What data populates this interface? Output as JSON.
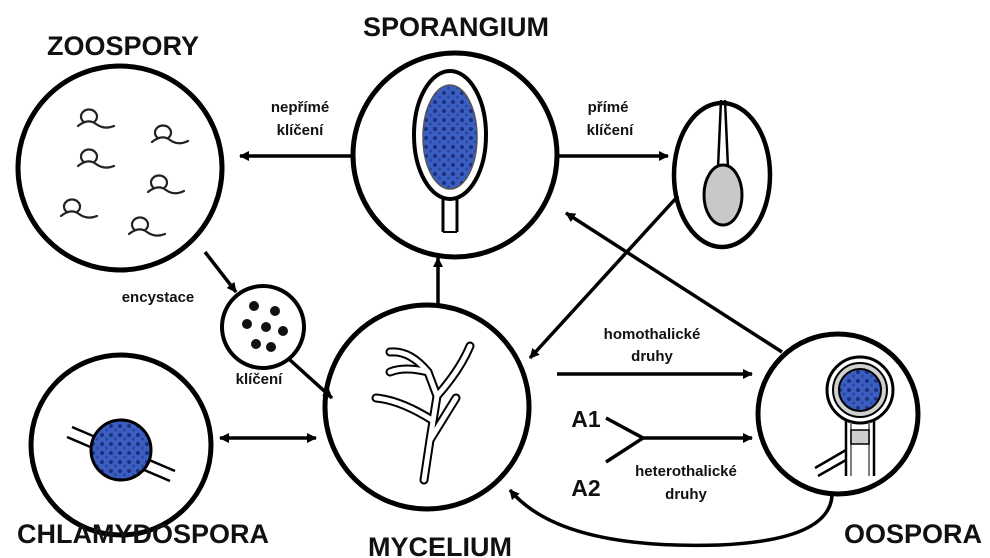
{
  "labels": {
    "zoospory": "ZOOSPORY",
    "sporangium": "SPORANGIUM",
    "chlamydospora": "CHLAMYDOSPORA",
    "mycelium": "MYCELIUM",
    "oospora": "OOSPORA"
  },
  "edges": {
    "neprime_line1": "nepřímé",
    "neprime_line2": "klíčení",
    "prime_line1": "přímé",
    "prime_line2": "klíčení",
    "encystace": "encystace",
    "kliceni": "klíčení",
    "homothalicke_line1": "homothalické",
    "homothalicke_line2": "druhy",
    "heterothalicke_line1": "heterothalické",
    "heterothalicke_line2": "druhy",
    "mating_a1": "A1",
    "mating_a2": "A2"
  },
  "colors": {
    "spore_blue": "#3b5fc0",
    "dark_blue": "#1c2f80",
    "outline": "#000000",
    "oval_fill": "#c8c8c8"
  }
}
